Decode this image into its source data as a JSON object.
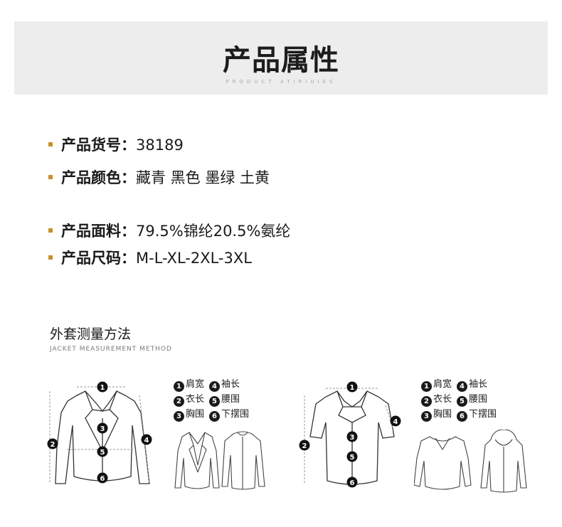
{
  "banner": {
    "title": "产品属性",
    "subtitle": "PRODUCT ATIRIUIES"
  },
  "specs": [
    {
      "label": "产品货号：",
      "value": "38189"
    },
    {
      "label": "产品颜色：",
      "value": "藏青 黑色 墨绿 土黄"
    },
    {
      "label": "产品面料：",
      "value": "79.5%锦纶20.5%氨纶"
    },
    {
      "label": "产品尺码：",
      "value": "M-L-XL-2XL-3XL"
    }
  ],
  "section": {
    "title": "外套测量方法",
    "subtitle": "JACKET MEASUREMENT METHOD"
  },
  "legend": {
    "n1": "1",
    "n2": "2",
    "n3": "3",
    "n4": "4",
    "n5": "5",
    "n6": "6",
    "i1": "肩宽",
    "i2": "衣长",
    "i3": "胸围",
    "i4": "袖长",
    "i5": "腰围",
    "i6": "下摆围"
  },
  "accent_color": "#c8902c"
}
